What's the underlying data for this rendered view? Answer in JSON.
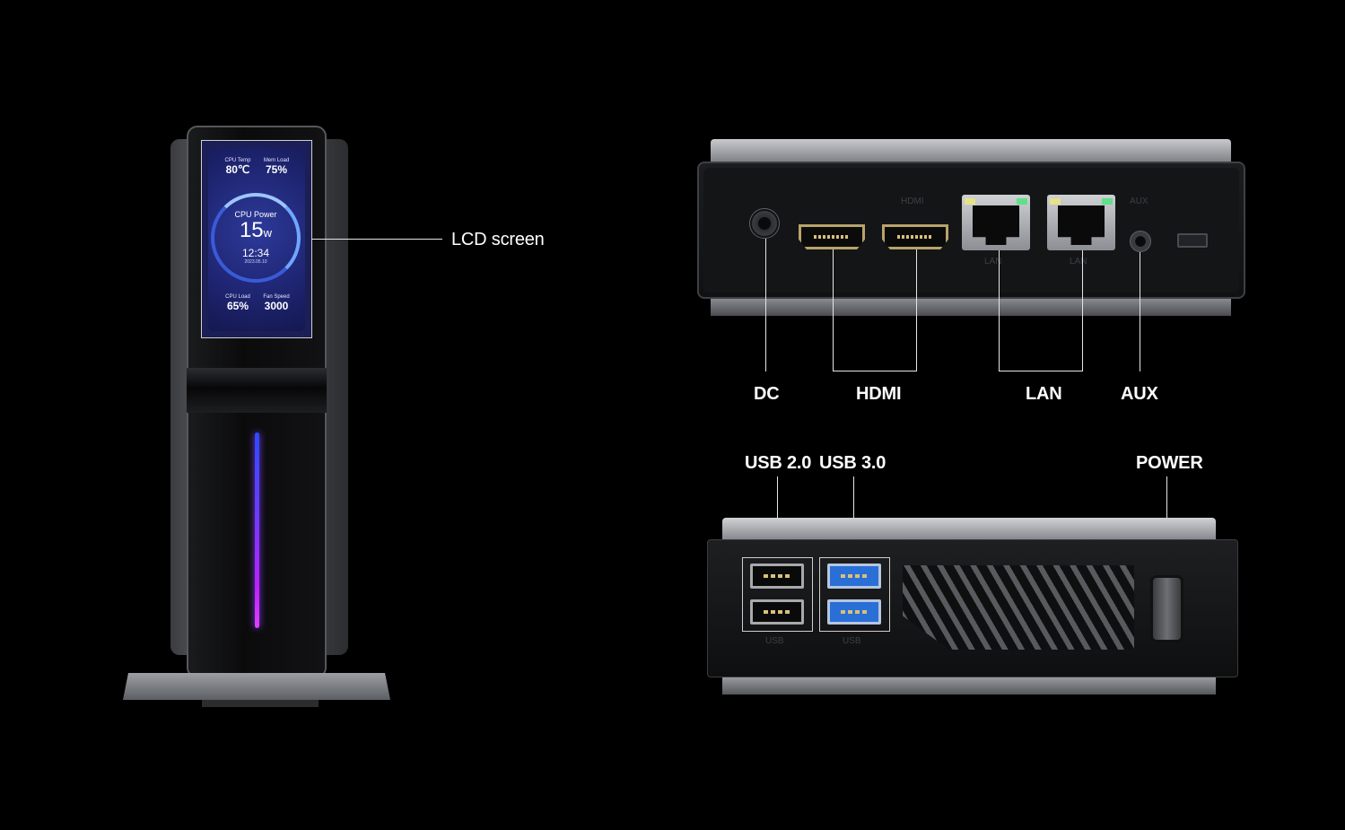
{
  "labels": {
    "lcd": "LCD screen",
    "dc": "DC",
    "hdmi": "HDMI",
    "lan": "LAN",
    "aux": "AUX",
    "usb2": "USB 2.0",
    "usb3": "USB 3.0",
    "power": "POWER"
  },
  "lcd": {
    "cpu_temp_label": "CPU Temp",
    "cpu_temp_value": "80℃",
    "mem_load_label": "Mem Load",
    "mem_load_value": "75%",
    "cpu_power_label": "CPU Power",
    "cpu_power_value": "15",
    "cpu_power_unit": "w",
    "time": "12:34",
    "date": "2023.05.10",
    "cpu_load_label": "CPU Load",
    "cpu_load_value": "65%",
    "fan_speed_label": "Fan Speed",
    "fan_speed_value": "3000"
  },
  "silkscreen": {
    "hdmi": "HDMI",
    "lan": "LAN",
    "aux": "AUX",
    "usb": "USB"
  },
  "colors": {
    "background": "#000000",
    "light_bar_top": "#2b4cff",
    "light_bar_bottom": "#e040ff",
    "lcd_background": "#1e2470"
  }
}
